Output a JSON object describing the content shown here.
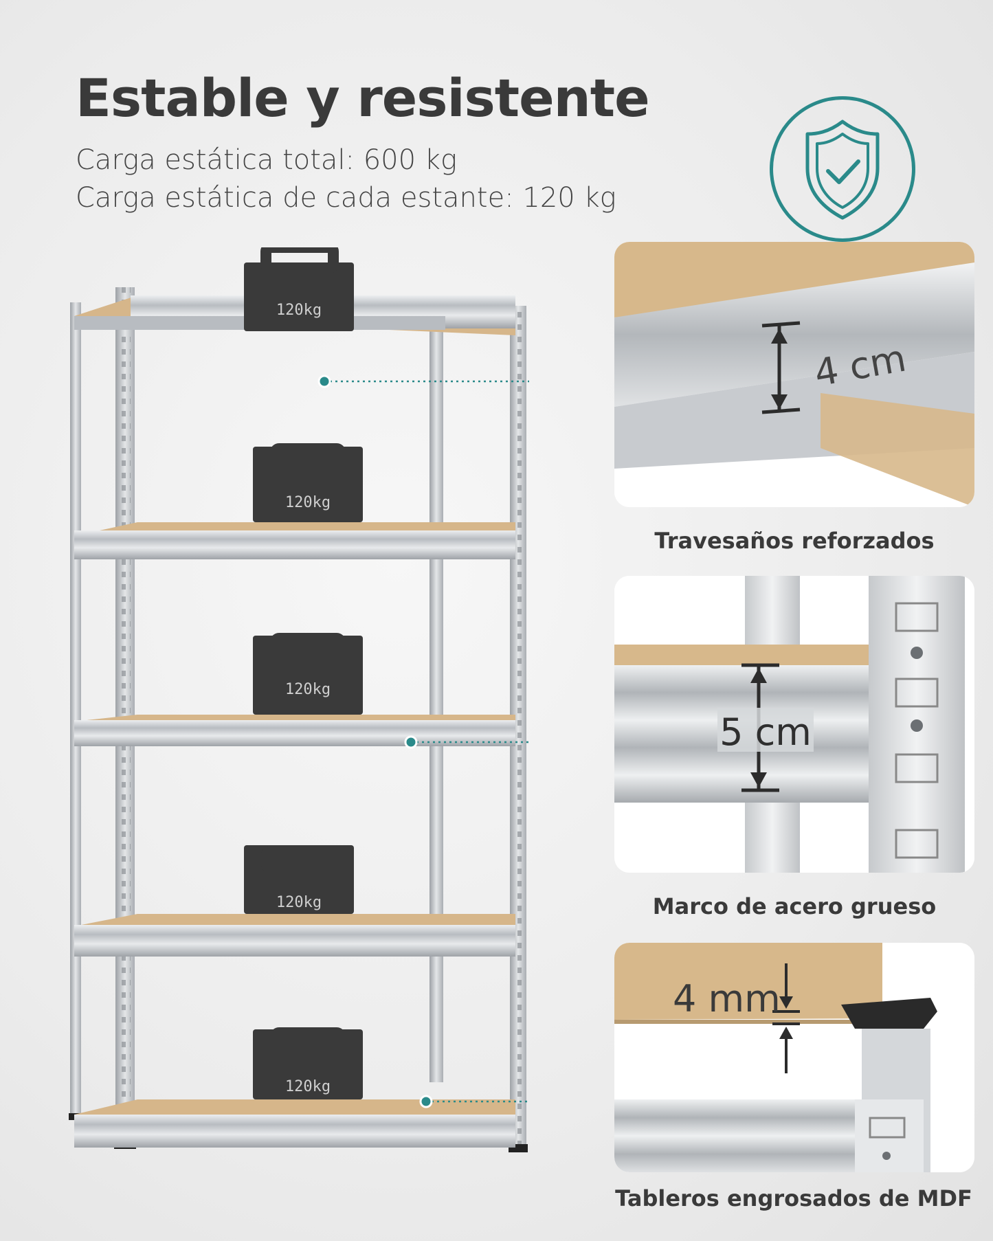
{
  "header": {
    "title": "Estable y resistente",
    "spec_total": "Carga estática total: 600 kg",
    "spec_shelf": "Carga estática de cada estante: 120 kg"
  },
  "badge": {
    "icon": "shield-check-icon",
    "color": "#2a8a8a"
  },
  "weights": {
    "label": "120kg"
  },
  "details": [
    {
      "measurement": "4 cm",
      "caption": "Travesaños reforzados"
    },
    {
      "measurement": "5 cm",
      "caption": "Marco de acero grueso"
    },
    {
      "measurement": "4 mm",
      "caption": "Tableros engrosados de MDF"
    }
  ],
  "colors": {
    "accent": "#2a8a8a",
    "steel": "#c9ccd0",
    "board": "#d8b98c",
    "weight": "#3a3a3a"
  }
}
